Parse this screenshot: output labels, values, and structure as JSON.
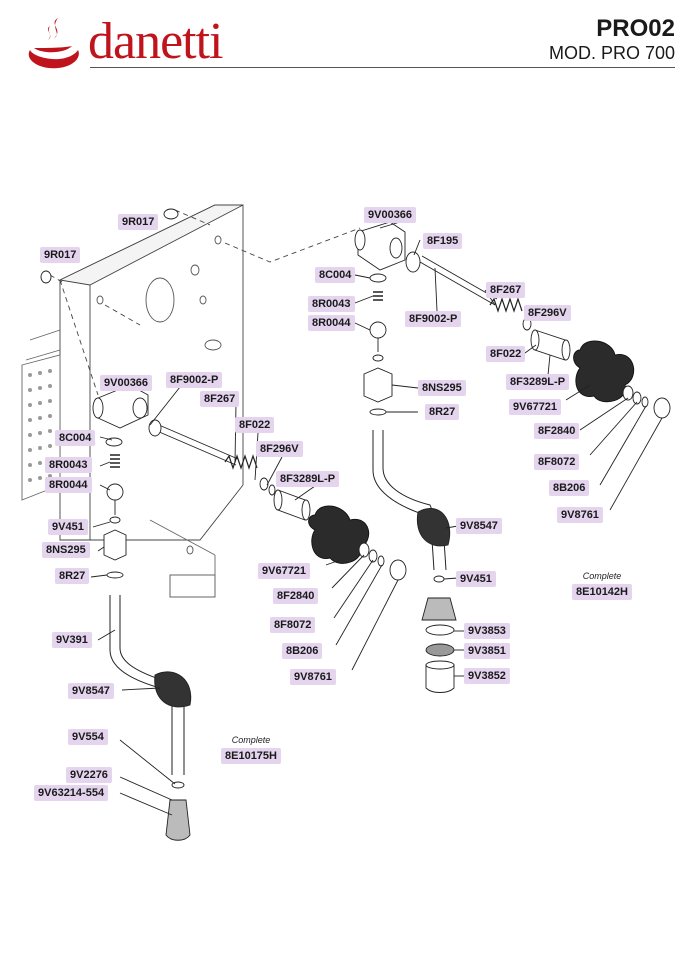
{
  "header": {
    "brand": "danetti",
    "model_code": "PRO02",
    "model_name": "MOD. PRO 700"
  },
  "colors": {
    "brand_red": "#c0141c",
    "label_fill": "#e4d4ee",
    "line": "#222222",
    "knob": "#2b2b2b"
  },
  "left_group": {
    "parts": [
      "9R017",
      "9R017",
      "9V00366",
      "8F9002-P",
      "8F267",
      "8F022",
      "8F296V",
      "8F3289L-P",
      "8C004",
      "8R0043",
      "8R0044",
      "9V451",
      "8NS295",
      "8R27",
      "9V391",
      "9V8547",
      "9V67721",
      "8F2840",
      "8F8072",
      "8B206",
      "9V8761",
      "9V554",
      "9V2276",
      "9V63214-554"
    ],
    "complete_caption": "Complete",
    "complete_code": "8E10175H"
  },
  "right_group": {
    "parts": [
      "9V00366",
      "8F195",
      "8C004",
      "8R0043",
      "8R0044",
      "8F267",
      "8F296V",
      "8F9002-P",
      "8F022",
      "8NS295",
      "8F3289L-P",
      "9V67721",
      "8R27",
      "8F2840",
      "8F8072",
      "8B206",
      "9V8761",
      "9V8547",
      "9V451",
      "9V3853",
      "9V3851",
      "9V3852"
    ],
    "complete_caption": "Complete",
    "complete_code": "8E10142H"
  }
}
